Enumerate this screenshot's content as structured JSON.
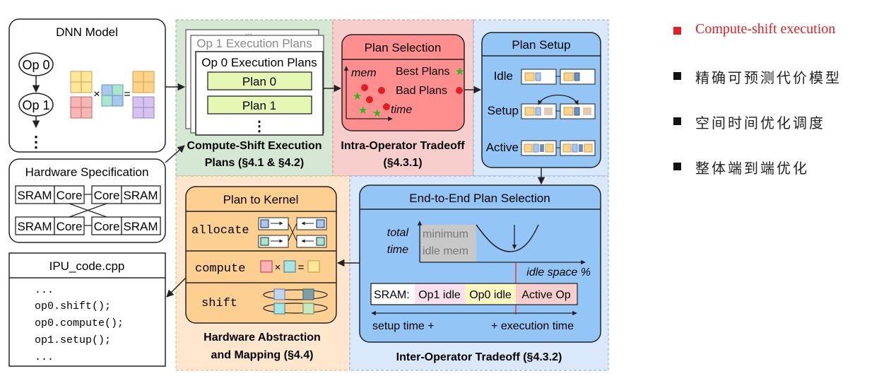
{
  "diagram": {
    "dnn_model": {
      "title": "DNN Model",
      "ops": [
        "Op 0",
        "Op 1"
      ],
      "dots": "⋮",
      "times": "×",
      "equals": "="
    },
    "hardware": {
      "title": "Hardware Specification",
      "cells": [
        "SRAM",
        "Core",
        "Core",
        "SRAM",
        "SRAM",
        "Core",
        "Core",
        "SRAM"
      ]
    },
    "ipu_code": {
      "title": "IPU_code.cpp",
      "lines": [
        "...",
        "op0.shift();",
        "op0.compute();",
        "op1.setup();",
        "..."
      ]
    },
    "plans": {
      "back_dots": "...",
      "back_title": "Op 1 Execution Plans",
      "front_title": "Op 0 Execution Plans",
      "items": [
        "Plan 0",
        "Plan 1"
      ],
      "dots": "⋮",
      "caption": [
        "Compute-Shift Execution",
        "Plans (§4.1 & §4.2)"
      ]
    },
    "plan_selection": {
      "title": "Plan Selection",
      "mem": "mem",
      "time": "time",
      "best": "Best Plans",
      "bad": "Bad Plans",
      "star": "★",
      "caption": [
        "Intra-Operator Tradeoff",
        "(§4.3.1)"
      ]
    },
    "plan_setup": {
      "title": "Plan Setup",
      "rows": [
        "Idle",
        "Setup",
        "Active"
      ]
    },
    "e2e": {
      "title": "End-to-End Plan Selection",
      "total": "total",
      "time": "time",
      "min1": "minimum",
      "min2": "idle mem",
      "idle_space": "idle space %",
      "sram": [
        "SRAM:",
        "Op1 idle",
        "Op0 idle",
        "Active Op"
      ],
      "setup_time": "setup time +",
      "exec_time": "+ execution time",
      "caption": "Inter-Operator Tradeoff (§4.3.2)"
    },
    "kernel": {
      "title": "Plan to Kernel",
      "steps": [
        "allocate",
        "compute",
        "shift"
      ],
      "times": "×",
      "equals": "=",
      "caption": [
        "Hardware Abstraction",
        "and Mapping (§4.4)"
      ]
    }
  },
  "bullets": [
    "Compute-shift execution",
    "精确可预测代价模型",
    "空间时间优化调度",
    "整体端到端优化"
  ],
  "colors": {
    "green_bg": "#d5e8d4",
    "pink_bg": "#f8cecc",
    "blue_bg": "#dae8fc",
    "orange_bg": "#ffe6cc",
    "plan_box": "#e6f7b3",
    "selection_box": "#ff8f8f",
    "setup_box": "#93c5f7",
    "kernel_box": "#fdcf90",
    "highlight_red": "#e31e24"
  }
}
